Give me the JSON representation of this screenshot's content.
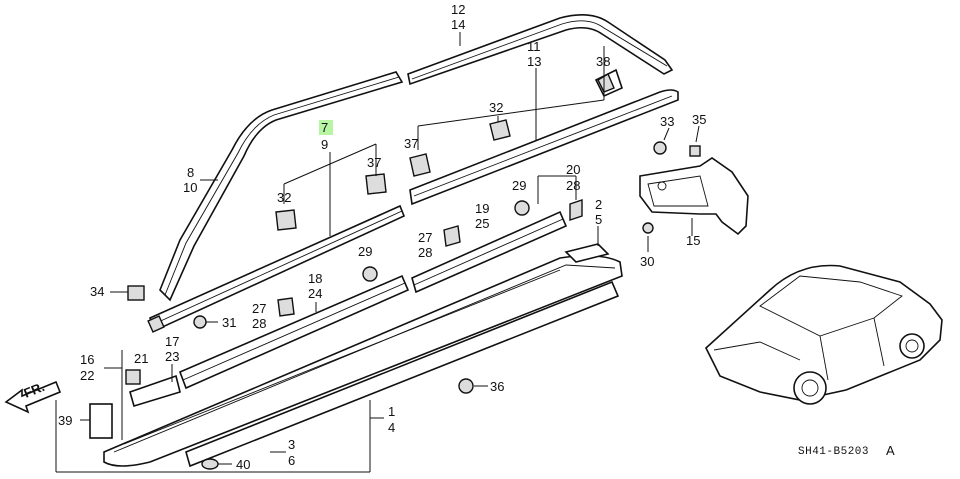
{
  "diagram": {
    "labels": [
      {
        "id": "l12",
        "text": "12"
      },
      {
        "id": "l14",
        "text": "14"
      },
      {
        "id": "l11",
        "text": "11"
      },
      {
        "id": "l13",
        "text": "13"
      },
      {
        "id": "l38",
        "text": "38"
      },
      {
        "id": "l7",
        "text": "7",
        "highlight": true
      },
      {
        "id": "l9",
        "text": "9"
      },
      {
        "id": "l32a",
        "text": "32"
      },
      {
        "id": "l32b",
        "text": "32"
      },
      {
        "id": "l37a",
        "text": "37"
      },
      {
        "id": "l37b",
        "text": "37"
      },
      {
        "id": "l33",
        "text": "33"
      },
      {
        "id": "l35",
        "text": "35"
      },
      {
        "id": "l8",
        "text": "8"
      },
      {
        "id": "l10",
        "text": "10"
      },
      {
        "id": "l20",
        "text": "20"
      },
      {
        "id": "l28a",
        "text": "28"
      },
      {
        "id": "l29a",
        "text": "29"
      },
      {
        "id": "l19",
        "text": "19"
      },
      {
        "id": "l25",
        "text": "25"
      },
      {
        "id": "l27a",
        "text": "27"
      },
      {
        "id": "l28b",
        "text": "28"
      },
      {
        "id": "l2",
        "text": "2"
      },
      {
        "id": "l5",
        "text": "5"
      },
      {
        "id": "l15",
        "text": "15"
      },
      {
        "id": "l30",
        "text": "30"
      },
      {
        "id": "l29b",
        "text": "29"
      },
      {
        "id": "l18",
        "text": "18"
      },
      {
        "id": "l24",
        "text": "24"
      },
      {
        "id": "l34",
        "text": "34"
      },
      {
        "id": "l27b",
        "text": "27"
      },
      {
        "id": "l28c",
        "text": "28"
      },
      {
        "id": "l31",
        "text": "31"
      },
      {
        "id": "l17",
        "text": "17"
      },
      {
        "id": "l23",
        "text": "23"
      },
      {
        "id": "l16",
        "text": "16"
      },
      {
        "id": "l22",
        "text": "22"
      },
      {
        "id": "l21",
        "text": "21"
      },
      {
        "id": "l36",
        "text": "36"
      },
      {
        "id": "l39",
        "text": "39"
      },
      {
        "id": "l1",
        "text": "1"
      },
      {
        "id": "l4",
        "text": "4"
      },
      {
        "id": "l3",
        "text": "3"
      },
      {
        "id": "l6",
        "text": "6"
      },
      {
        "id": "l40",
        "text": "40"
      }
    ],
    "front_arrow": "FR.",
    "diagram_code": "SH41-B5203",
    "diagram_code_suffix": "A",
    "highlight_color": "#b7f5a3"
  }
}
